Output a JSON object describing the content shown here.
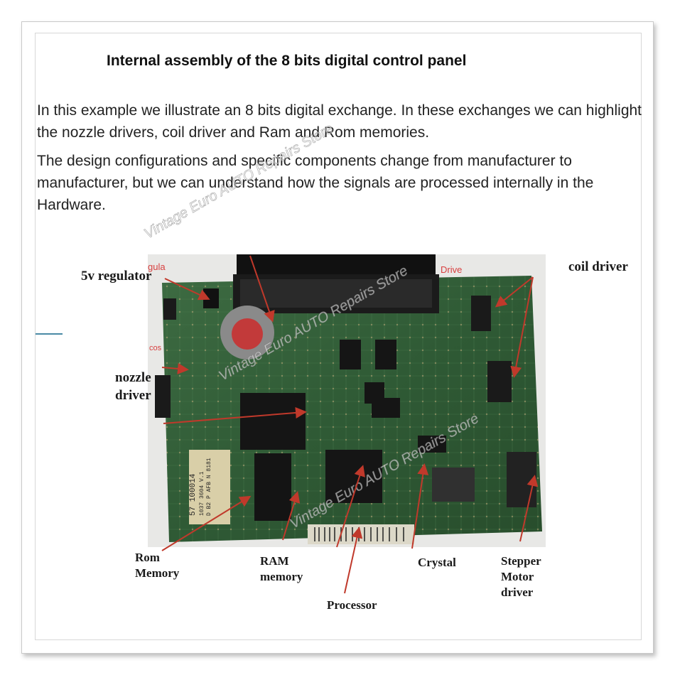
{
  "title": "Internal assembly of the 8 bits digital control panel",
  "paragraphs": [
    "In this example we illustrate an 8 bits digital exchange. In these exchanges we can highlight the nozzle drivers, coil driver and Ram and Rom memories.",
    "The design configurations and specific components change from manufacturer to manufacturer, but we can understand how the signals are processed internally in the Hardware."
  ],
  "watermark": "Vintage Euro AUTO Repairs Store",
  "board_print": {
    "top_left": "gula",
    "top_right": "Drive",
    "left_edge": "cos",
    "chip_lines": [
      "57 100014",
      "1037 3604 V.1",
      "D  B2  P  AFB  N 8181"
    ]
  },
  "labels": {
    "regulator": "5v regulator",
    "coil": "coil driver",
    "nozzle_1": "nozzle",
    "nozzle_2": "driver",
    "rom_1": "Rom",
    "rom_2": "Memory",
    "ram_1": "RAM",
    "ram_2": "memory",
    "processor": "Processor",
    "crystal": "Crystal",
    "stepper_1": "Stepper",
    "stepper_2": "Motor",
    "stepper_3": "driver"
  },
  "colors": {
    "board": "#2f5a35",
    "arrow": "#c0392b",
    "text": "#222222"
  }
}
